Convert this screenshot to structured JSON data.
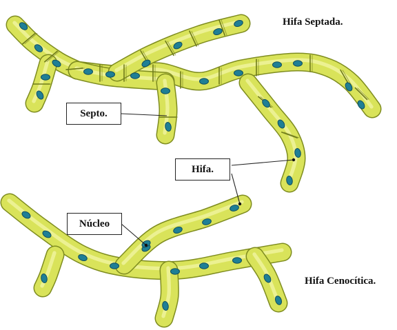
{
  "titles": {
    "septada": "Hifa Septada.",
    "cenocitica": "Hifa Cenocítica."
  },
  "labels": {
    "septo": "Septo.",
    "hifa": "Hifa.",
    "nucleo": "Núcleo"
  },
  "colors": {
    "hypha_fill": "#d9e35a",
    "hypha_outline": "#7e8c1f",
    "hypha_highlight": "#f1f5a6",
    "septum": "#6e7a1a",
    "nucleus": "#1f7f95",
    "nucleus_dark": "#0f4d5e"
  }
}
